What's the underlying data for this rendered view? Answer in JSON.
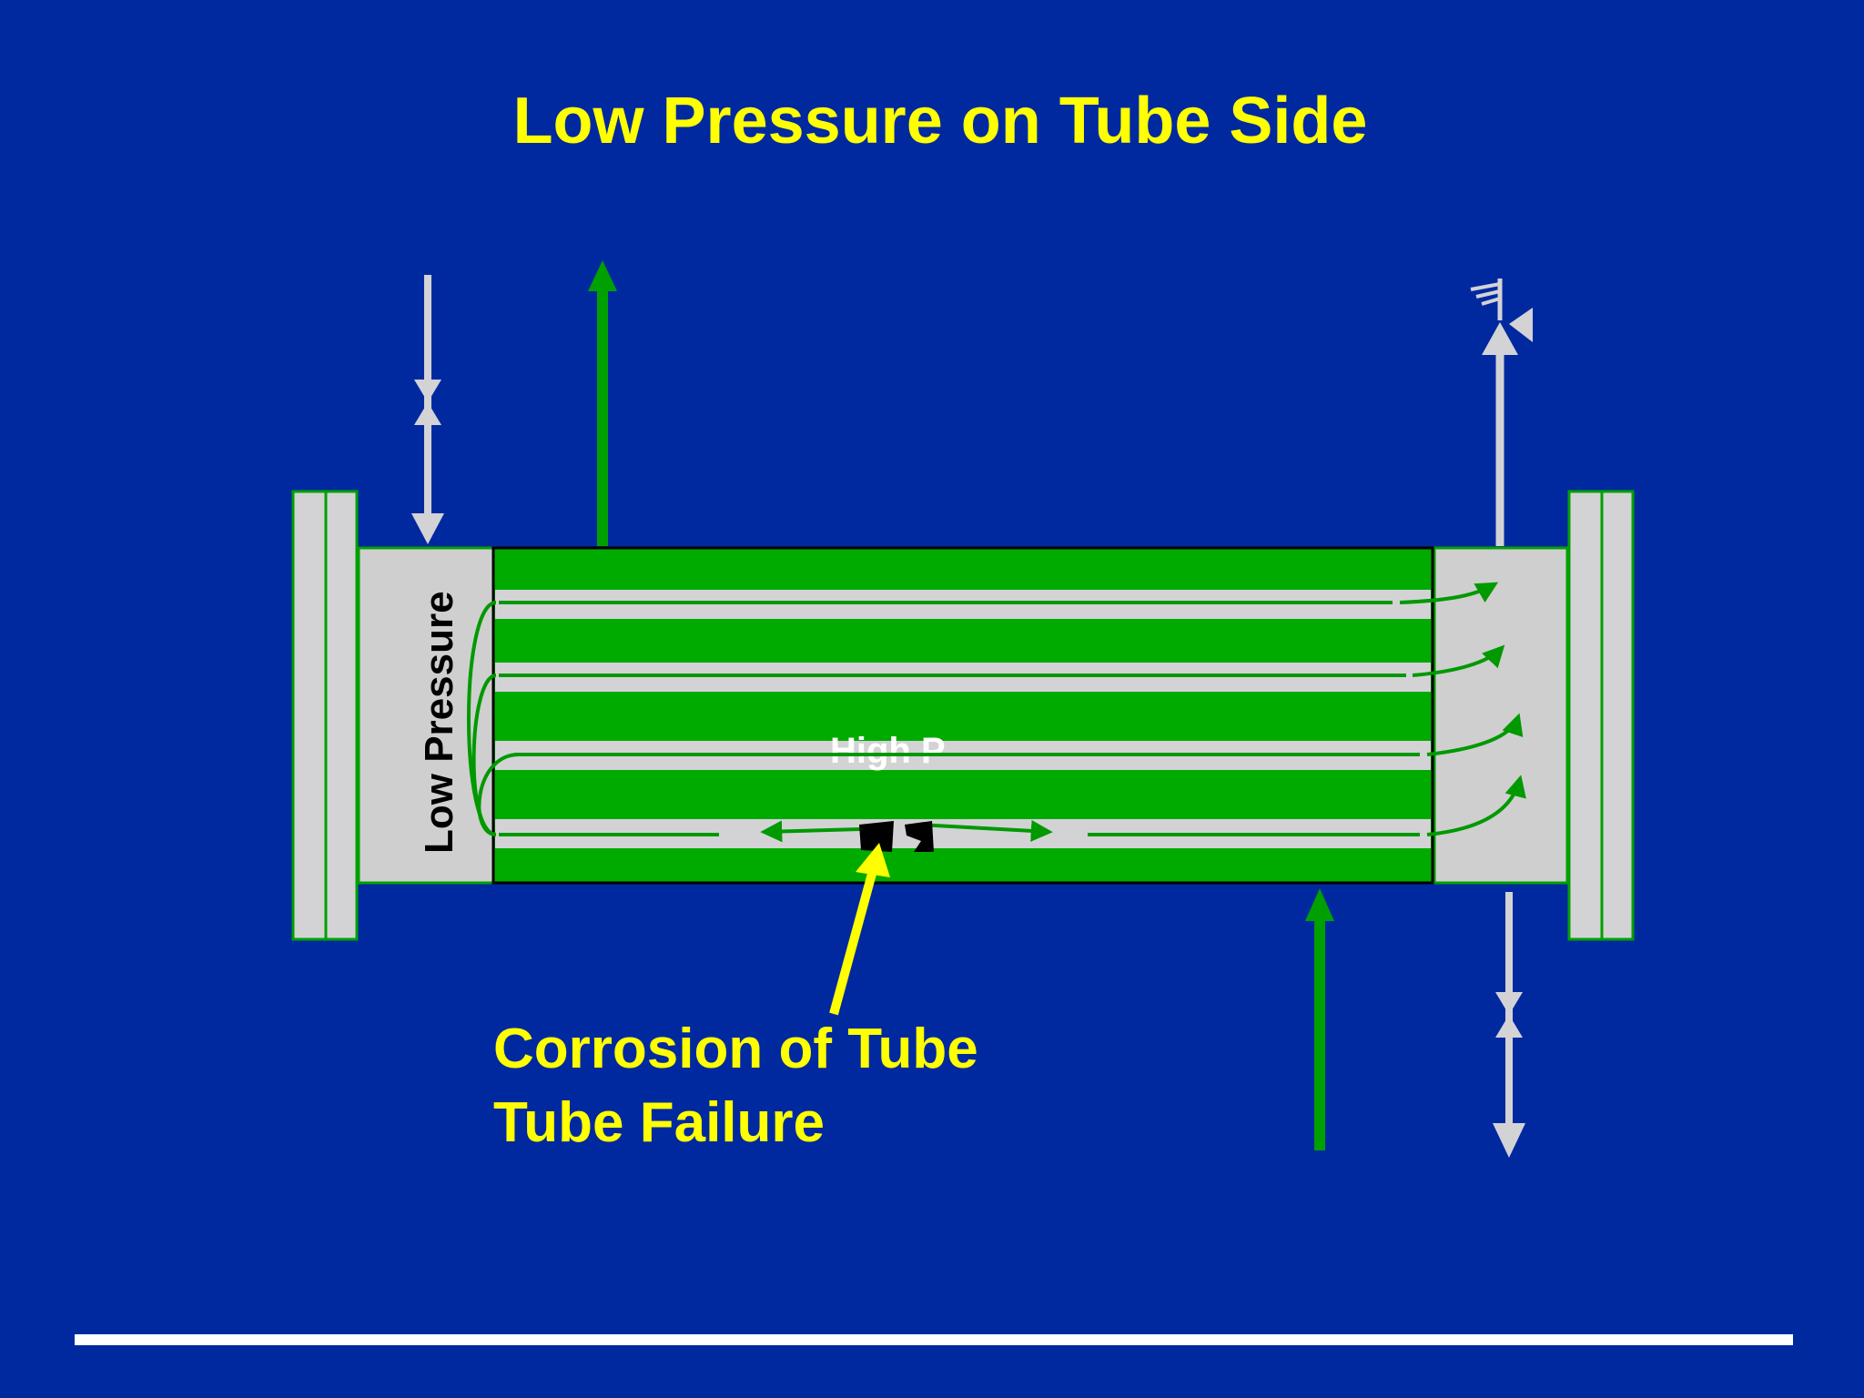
{
  "slide": {
    "title": "Low Pressure on Tube Side",
    "channel_label": "Low Pressure",
    "shell_label_partial": "High P",
    "callout_lines": [
      "Corrosion of Tube",
      "Tube Failure"
    ]
  },
  "colors": {
    "background": "#0029a0",
    "title": "#ffff00",
    "tube_green": "#00ab00",
    "flow_green": "#009900",
    "pipe_gray": "#d3d3d6",
    "channel_gray": "#cfcfcf",
    "callout": "#ffff00",
    "footer_rule": "#ffffff"
  },
  "icons": {
    "inlet_valve": "valve-icon",
    "outlet_valve": "valve-icon",
    "relief_valve": "relief-valve-icon",
    "leak": "tube-breach-icon"
  }
}
